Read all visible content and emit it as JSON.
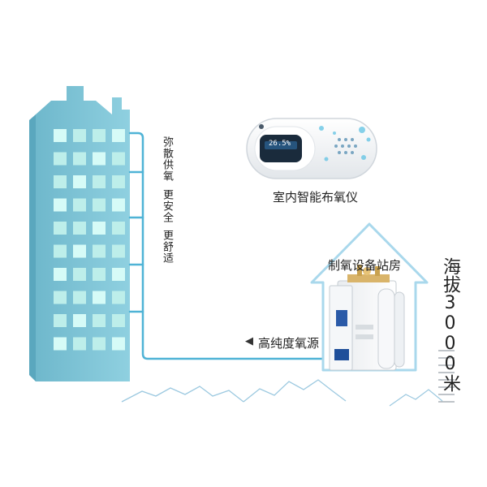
{
  "benefits": [
    "弥散供氧",
    "更安全",
    "更舒适"
  ],
  "device": {
    "label": "室内智能布氧仪",
    "screen_reading": "26.5%"
  },
  "station": {
    "label": "制氧设备站房"
  },
  "oxygen_source": {
    "label": "高纯度氧源",
    "arrow_glyph": "◀"
  },
  "altitude": {
    "label": "海拔3000米"
  },
  "colors": {
    "building_face": "#7ec4d6",
    "building_side": "#5fb0c6",
    "window": "#bff0ee",
    "pipe": "#4fb3d6",
    "arrow_outline": "#a9d8ec",
    "mountain": "#9cc9e0",
    "device_shell": "#f2f4f6",
    "device_screen": "#1a2b3c"
  }
}
